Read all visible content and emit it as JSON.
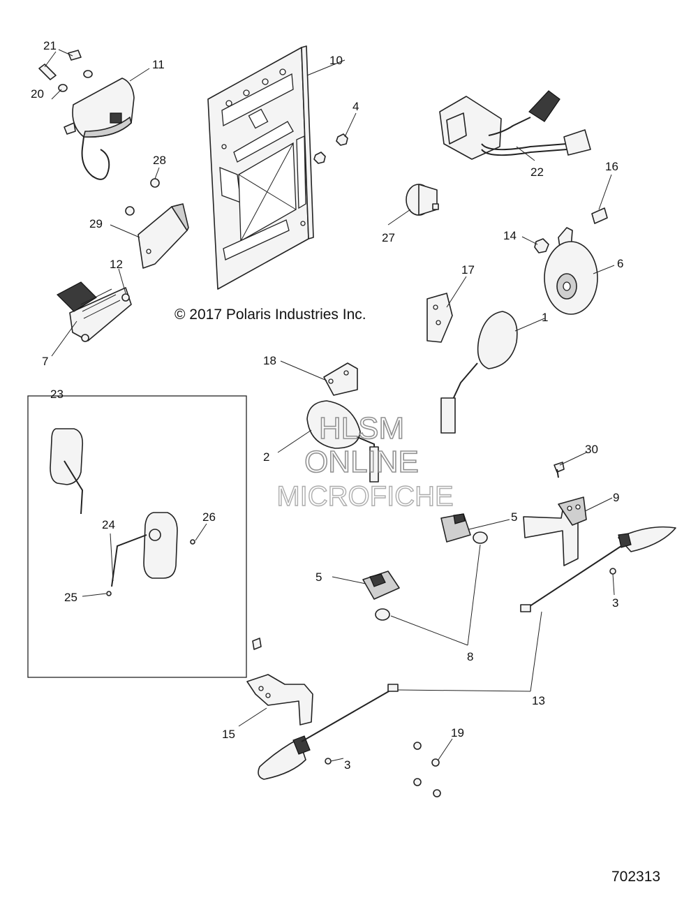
{
  "copyright": "© 2017  Polaris Industries Inc.",
  "diagram_id": "702313",
  "watermark": {
    "line1": "HLSM",
    "line2": "ONLINE",
    "line3": "MICROFICHE"
  },
  "callouts": {
    "c1": "1",
    "c2": "2",
    "c3a": "3",
    "c3b": "3",
    "c4": "4",
    "c5a": "5",
    "c5b": "5",
    "c6": "6",
    "c7": "7",
    "c8": "8",
    "c9": "9",
    "c10": "10",
    "c11": "11",
    "c12": "12",
    "c13": "13",
    "c14": "14",
    "c15": "15",
    "c16": "16",
    "c17": "17",
    "c18": "18",
    "c19": "19",
    "c20": "20",
    "c21": "21",
    "c22": "22",
    "c23": "23",
    "c24": "24",
    "c25": "25",
    "c26": "26",
    "c27": "27",
    "c28": "28",
    "c29": "29",
    "c30": "30"
  }
}
